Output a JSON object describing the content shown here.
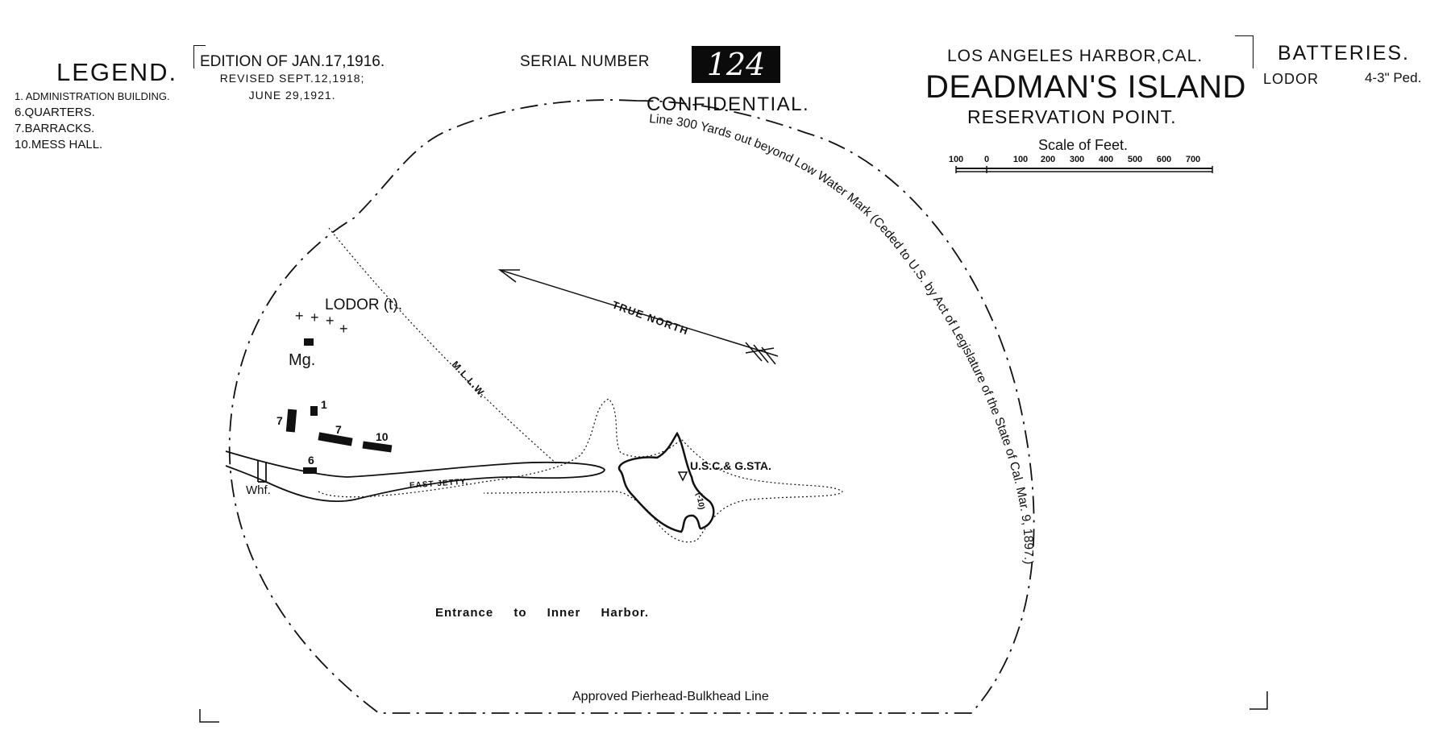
{
  "legend": {
    "title": "LEGEND.",
    "items": [
      "1. ADMINISTRATION BUILDING.",
      "6.QUARTERS.",
      "7.BARRACKS.",
      "10.MESS HALL."
    ]
  },
  "edition": {
    "line1": "EDITION OF JAN.17,1916.",
    "line2": "REVISED SEPT.12,1918;",
    "line3": "JUNE 29,1921."
  },
  "serial": {
    "label": "SERIAL NUMBER",
    "number": "124"
  },
  "classification": "CONFIDENTIAL.",
  "title": {
    "harbor": "LOS ANGELES HARBOR,CAL.",
    "island": "DEADMAN'S ISLAND",
    "reservation": "RESERVATION POINT."
  },
  "batteries": {
    "title": "BATTERIES.",
    "items": [
      {
        "name": "LODOR",
        "armament": "4-3\" Ped."
      }
    ]
  },
  "scale": {
    "title": "Scale of Feet.",
    "ticks": [
      "100",
      "0",
      "100",
      "200",
      "300",
      "400",
      "500",
      "600",
      "700"
    ]
  },
  "map": {
    "boundary_label": "Line 300 Yards out beyond Low Water Mark (Ceded to U.S. by Act of Legislature of the State of Cal. Mar. 9, 1897.)",
    "battery_label": "LODOR (t).",
    "magazine_label": "Mg.",
    "wharf_label": "Whf.",
    "jetty_label": "EAST JETTY.",
    "station_label": "U.S.C.& G.STA.",
    "station_marker": "(-10)",
    "true_north_label": "TRUE NORTH",
    "mllw_label": "M.L.L.W.",
    "entrance_label": "Entrance to Inner Harbor.",
    "pierhead_label": "Approved Pierhead-Bulkhead Line",
    "building_numbers": [
      "7",
      "1",
      "7",
      "10",
      "6"
    ]
  },
  "colors": {
    "ink": "#111111",
    "paper": "#ffffff"
  }
}
